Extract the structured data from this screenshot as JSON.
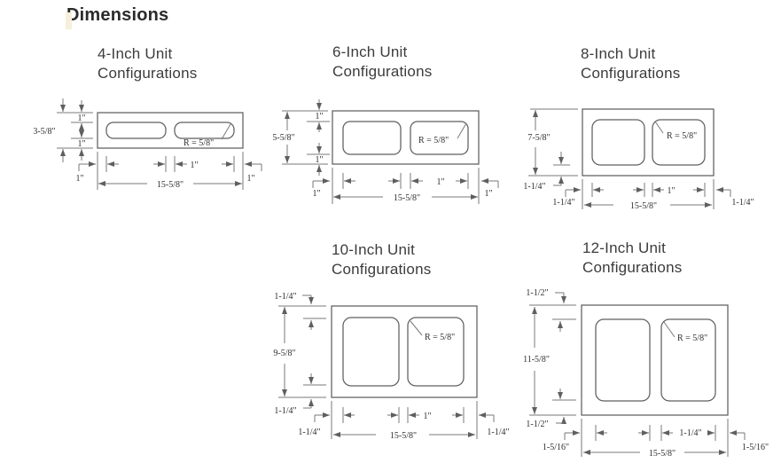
{
  "page_title": "Dimensions",
  "units": {
    "u4": {
      "title1": "4-Inch Unit",
      "title2": "Configurations",
      "height": "3-5/8\"",
      "top_shell": "1\"",
      "bottom_shell": "1\"",
      "left_end": "1\"",
      "right_end": "1\"",
      "web": "1\"",
      "length": "15-5/8\"",
      "radius": "R = 5/8\""
    },
    "u6": {
      "title1": "6-Inch Unit",
      "title2": "Configurations",
      "height": "5-5/8\"",
      "top_shell": "1\"",
      "bottom_shell": "1\"",
      "left_end": "1\"",
      "right_end": "1\"",
      "web": "1\"",
      "length": "15-5/8\"",
      "radius": "R = 5/8\""
    },
    "u8": {
      "title1": "8-Inch Unit",
      "title2": "Configurations",
      "height": "7-5/8\"",
      "bottom_shell": "1-1/4\"",
      "left_end": "1-1/4\"",
      "right_end": "1-1/4\"",
      "web": "1\"",
      "length": "15-5/8\"",
      "radius": "R = 5/8\""
    },
    "u10": {
      "title1": "10-Inch Unit",
      "title2": "Configurations",
      "height": "9-5/8\"",
      "top_shell": "1-1/4\"",
      "bottom_shell": "1-1/4\"",
      "left_end": "1-1/4\"",
      "right_end": "1-1/4\"",
      "web": "1\"",
      "length": "15-5/8\"",
      "radius": "R = 5/8\""
    },
    "u12": {
      "title1": "12-Inch Unit",
      "title2": "Configurations",
      "height": "11-5/8\"",
      "top_shell": "1-1/2\"",
      "bottom_shell": "1-1/2\"",
      "left_end": "1-5/16\"",
      "right_end": "1-5/16\"",
      "web": "1-1/4\"",
      "length": "15-5/8\"",
      "radius": "R = 5/8\""
    }
  }
}
